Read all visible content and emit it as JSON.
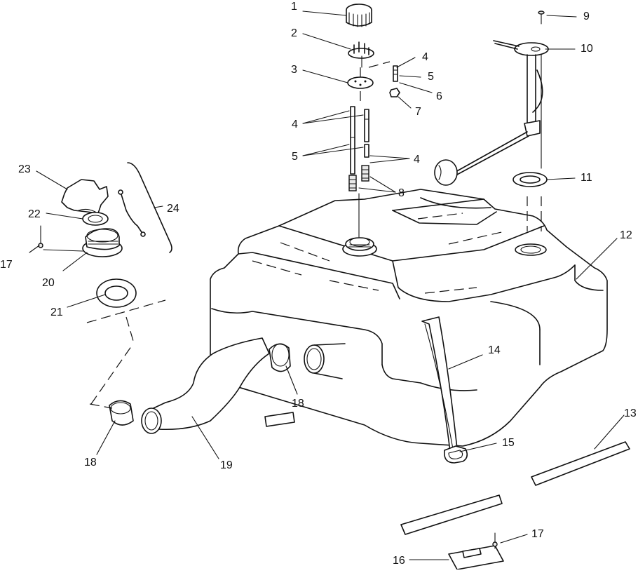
{
  "callouts": [
    {
      "id": "c1",
      "label": "1"
    },
    {
      "id": "c2",
      "label": "2"
    },
    {
      "id": "c3",
      "label": "3"
    },
    {
      "id": "c4a",
      "label": "4"
    },
    {
      "id": "c5a",
      "label": "5"
    },
    {
      "id": "c6",
      "label": "6"
    },
    {
      "id": "c7",
      "label": "7"
    },
    {
      "id": "c4b",
      "label": "4"
    },
    {
      "id": "c5b",
      "label": "5"
    },
    {
      "id": "c4c",
      "label": "4"
    },
    {
      "id": "c8",
      "label": "8"
    },
    {
      "id": "c9",
      "label": "9"
    },
    {
      "id": "c10",
      "label": "10"
    },
    {
      "id": "c11",
      "label": "11"
    },
    {
      "id": "c12",
      "label": "12"
    },
    {
      "id": "c13",
      "label": "13"
    },
    {
      "id": "c14",
      "label": "14"
    },
    {
      "id": "c15",
      "label": "15"
    },
    {
      "id": "c16",
      "label": "16"
    },
    {
      "id": "c17a",
      "label": "17"
    },
    {
      "id": "c17b",
      "label": "17"
    },
    {
      "id": "c18a",
      "label": "18"
    },
    {
      "id": "c18b",
      "label": "18"
    },
    {
      "id": "c19",
      "label": "19"
    },
    {
      "id": "c20",
      "label": "20"
    },
    {
      "id": "c21",
      "label": "21"
    },
    {
      "id": "c22",
      "label": "22"
    },
    {
      "id": "c23",
      "label": "23"
    },
    {
      "id": "c24",
      "label": "24"
    }
  ]
}
